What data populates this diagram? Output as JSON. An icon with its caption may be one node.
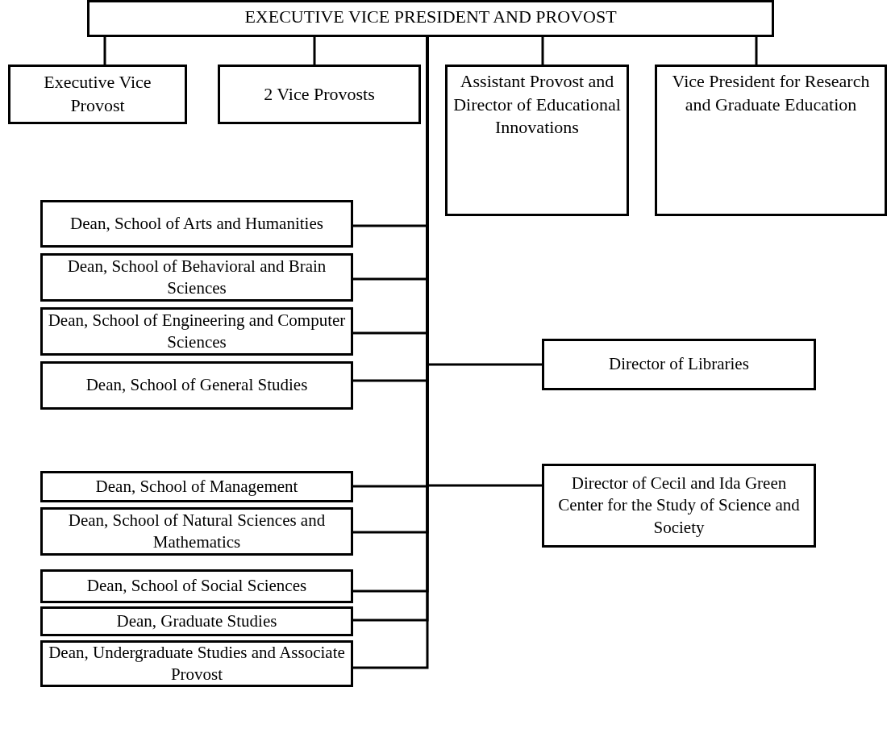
{
  "diagram": {
    "nodes": [
      {
        "text": [
          "EXECUTIVE VICE PRESIDENT AND PROVOST"
        ]
      },
      {
        "text": [
          "Executive Vice Provost"
        ]
      },
      {
        "text": [
          "2 Vice Provosts"
        ]
      },
      {
        "text": [
          "Assistant Provost and Director of Educational Innovations"
        ]
      },
      {
        "text": [
          "Vice President for Research and Graduate Education"
        ]
      },
      {
        "text": [
          "Dean, School of Arts and Humanities"
        ]
      },
      {
        "text": [
          "Dean, School of Behavioral and Brain Sciences"
        ]
      },
      {
        "text": [
          "Dean, School of Engineering and Computer Sciences"
        ]
      },
      {
        "text": [
          "Dean, School of General Studies"
        ]
      },
      {
        "text": [
          "Dean, School of Management"
        ]
      },
      {
        "text": [
          "Dean, School of Natural Sciences and Mathematics"
        ]
      },
      {
        "text": [
          "Dean, School of Social Sciences"
        ]
      },
      {
        "text": [
          "Dean, Graduate Studies"
        ]
      },
      {
        "text": [
          "Dean, Undergraduate Studies and Associate Provost"
        ]
      },
      {
        "text": [
          "Director of Libraries"
        ]
      },
      {
        "text": [
          "Director of Cecil and Ida Green Center for the Study of Science and Society"
        ]
      }
    ],
    "edges": [
      {
        "from": 0,
        "to": 1,
        "arrow": "none"
      },
      {
        "from": 0,
        "to": 2,
        "arrow": "none"
      },
      {
        "from": 0,
        "to": 3,
        "arrow": "none"
      },
      {
        "from": 0,
        "to": 4,
        "arrow": "none"
      },
      {
        "from": 0,
        "to": 5,
        "arrow": "none"
      },
      {
        "from": 0,
        "to": 6,
        "arrow": "none"
      },
      {
        "from": 0,
        "to": 7,
        "arrow": "none"
      },
      {
        "from": 0,
        "to": 8,
        "arrow": "none"
      },
      {
        "from": 0,
        "to": 9,
        "arrow": "none"
      },
      {
        "from": 0,
        "to": 10,
        "arrow": "none"
      },
      {
        "from": 0,
        "to": 11,
        "arrow": "none"
      },
      {
        "from": 0,
        "to": 12,
        "arrow": "none"
      },
      {
        "from": 0,
        "to": 13,
        "arrow": "none"
      },
      {
        "from": 0,
        "to": 14,
        "arrow": "none"
      },
      {
        "from": 0,
        "to": 15,
        "arrow": "none"
      }
    ]
  }
}
